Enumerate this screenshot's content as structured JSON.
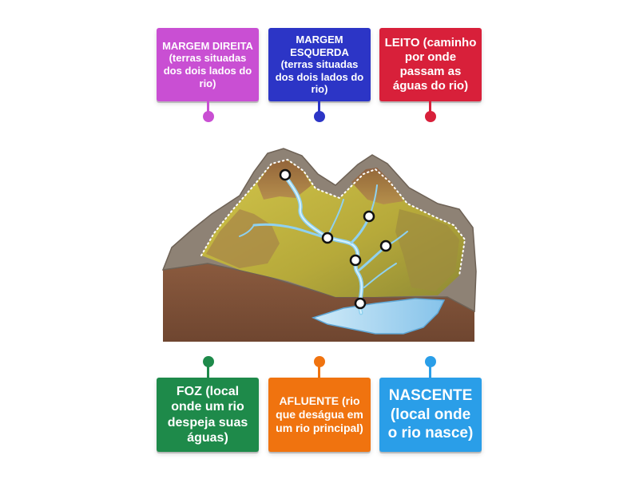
{
  "top_cards": [
    {
      "id": "margem-direita",
      "text": "MARGEM DIREITA (terras situadas dos dois lados do rio)",
      "color": "#c94fd3"
    },
    {
      "id": "margem-esquerda",
      "text": "MARGEM ESQUERDA (terras situadas dos dois lados do rio)",
      "color": "#2c35c6"
    },
    {
      "id": "leito",
      "text": "LEITO (caminho por onde passam as águas do rio)",
      "color": "#d8203a"
    }
  ],
  "bottom_cards": [
    {
      "id": "foz",
      "text": "FOZ (local onde um rio despeja suas águas)",
      "color": "#1e8a4a"
    },
    {
      "id": "afluente",
      "text": "AFLUENTE (rio que deságua em um rio principal)",
      "color": "#f0730f"
    },
    {
      "id": "nascente",
      "text": "NASCENTE (local onde o rio nasce)",
      "color": "#2a9ee8"
    }
  ],
  "markers_count": 6
}
